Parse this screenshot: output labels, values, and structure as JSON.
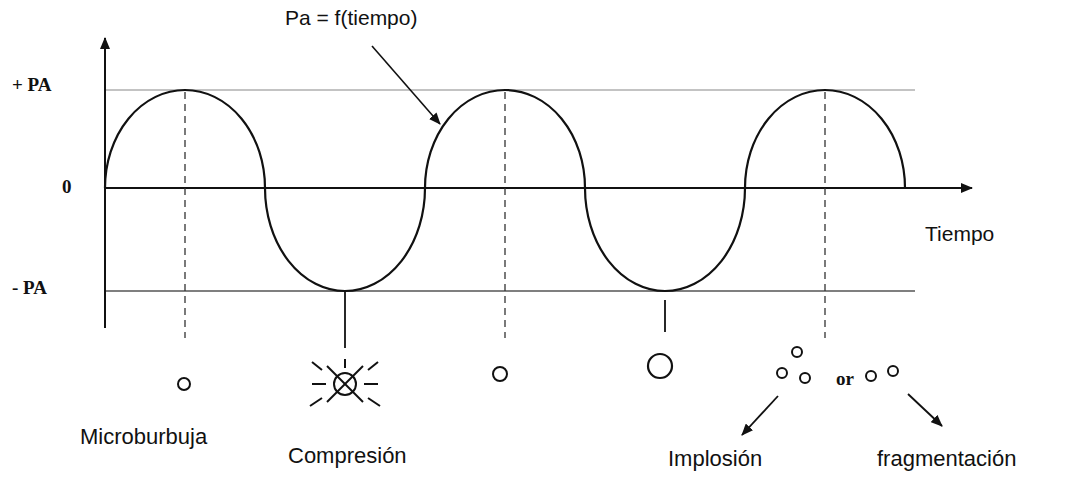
{
  "diagram": {
    "labels": [
      "Pa = f(tiempo)",
      "+ PA",
      "0",
      "- PA",
      "Tiempo",
      "Microburbuja",
      "Compresión",
      "or",
      "Implosión",
      "fragmentación"
    ]
  }
}
